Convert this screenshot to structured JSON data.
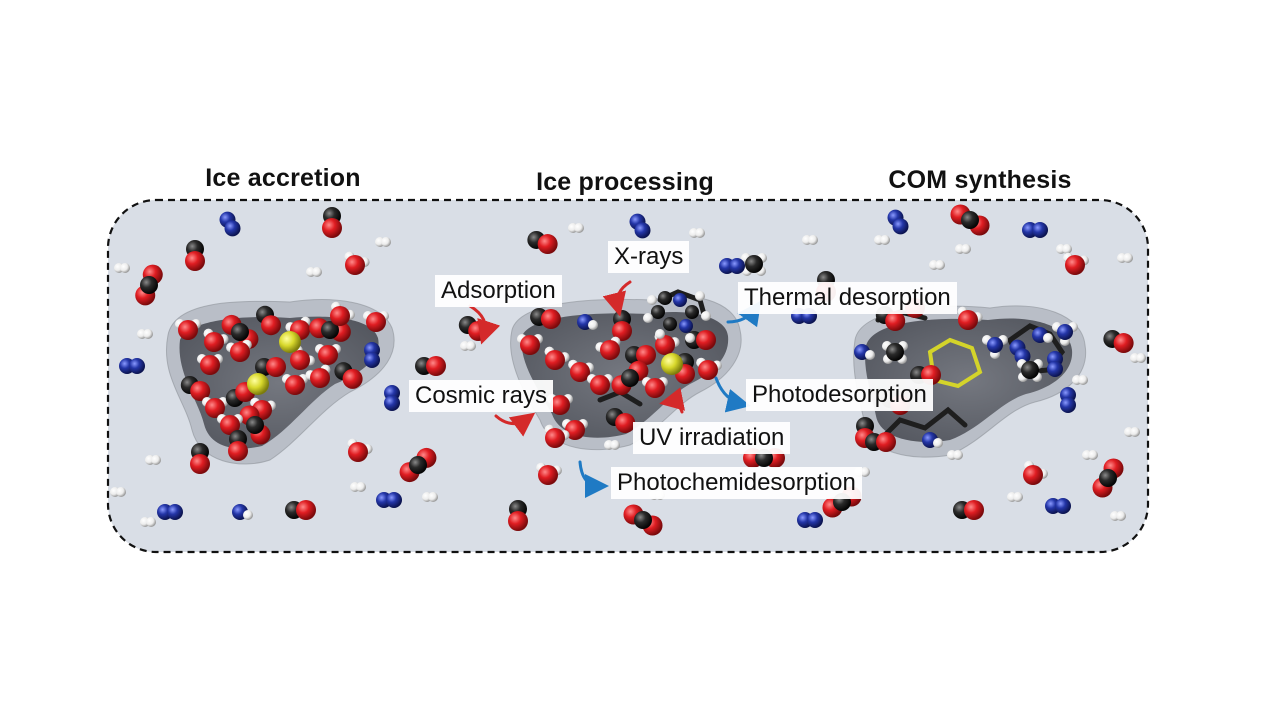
{
  "titles": {
    "ice_accretion": "Ice accretion",
    "ice_processing": "Ice processing",
    "com_synthesis": "COM synthesis"
  },
  "labels": {
    "x_rays": "X-rays",
    "adsorption": "Adsorption",
    "thermal_desorption": "Thermal desorption",
    "cosmic_rays": "Cosmic rays",
    "photodesorption": "Photodesorption",
    "uv_irradiation": "UV irradiation",
    "photochemidesorption": "Photochemidesorption"
  },
  "colors": {
    "background_region": "#d9dee6",
    "ice_grain": "#8e929a",
    "oxygen": "#d8181e",
    "carbon": "#202020",
    "nitrogen": "#1e2f9a",
    "hydrogen": "#f4f4f4",
    "sulfur": "#d4d42a",
    "incoming_arrow": "#d42a2a",
    "outgoing_arrow": "#1f7ac4"
  }
}
